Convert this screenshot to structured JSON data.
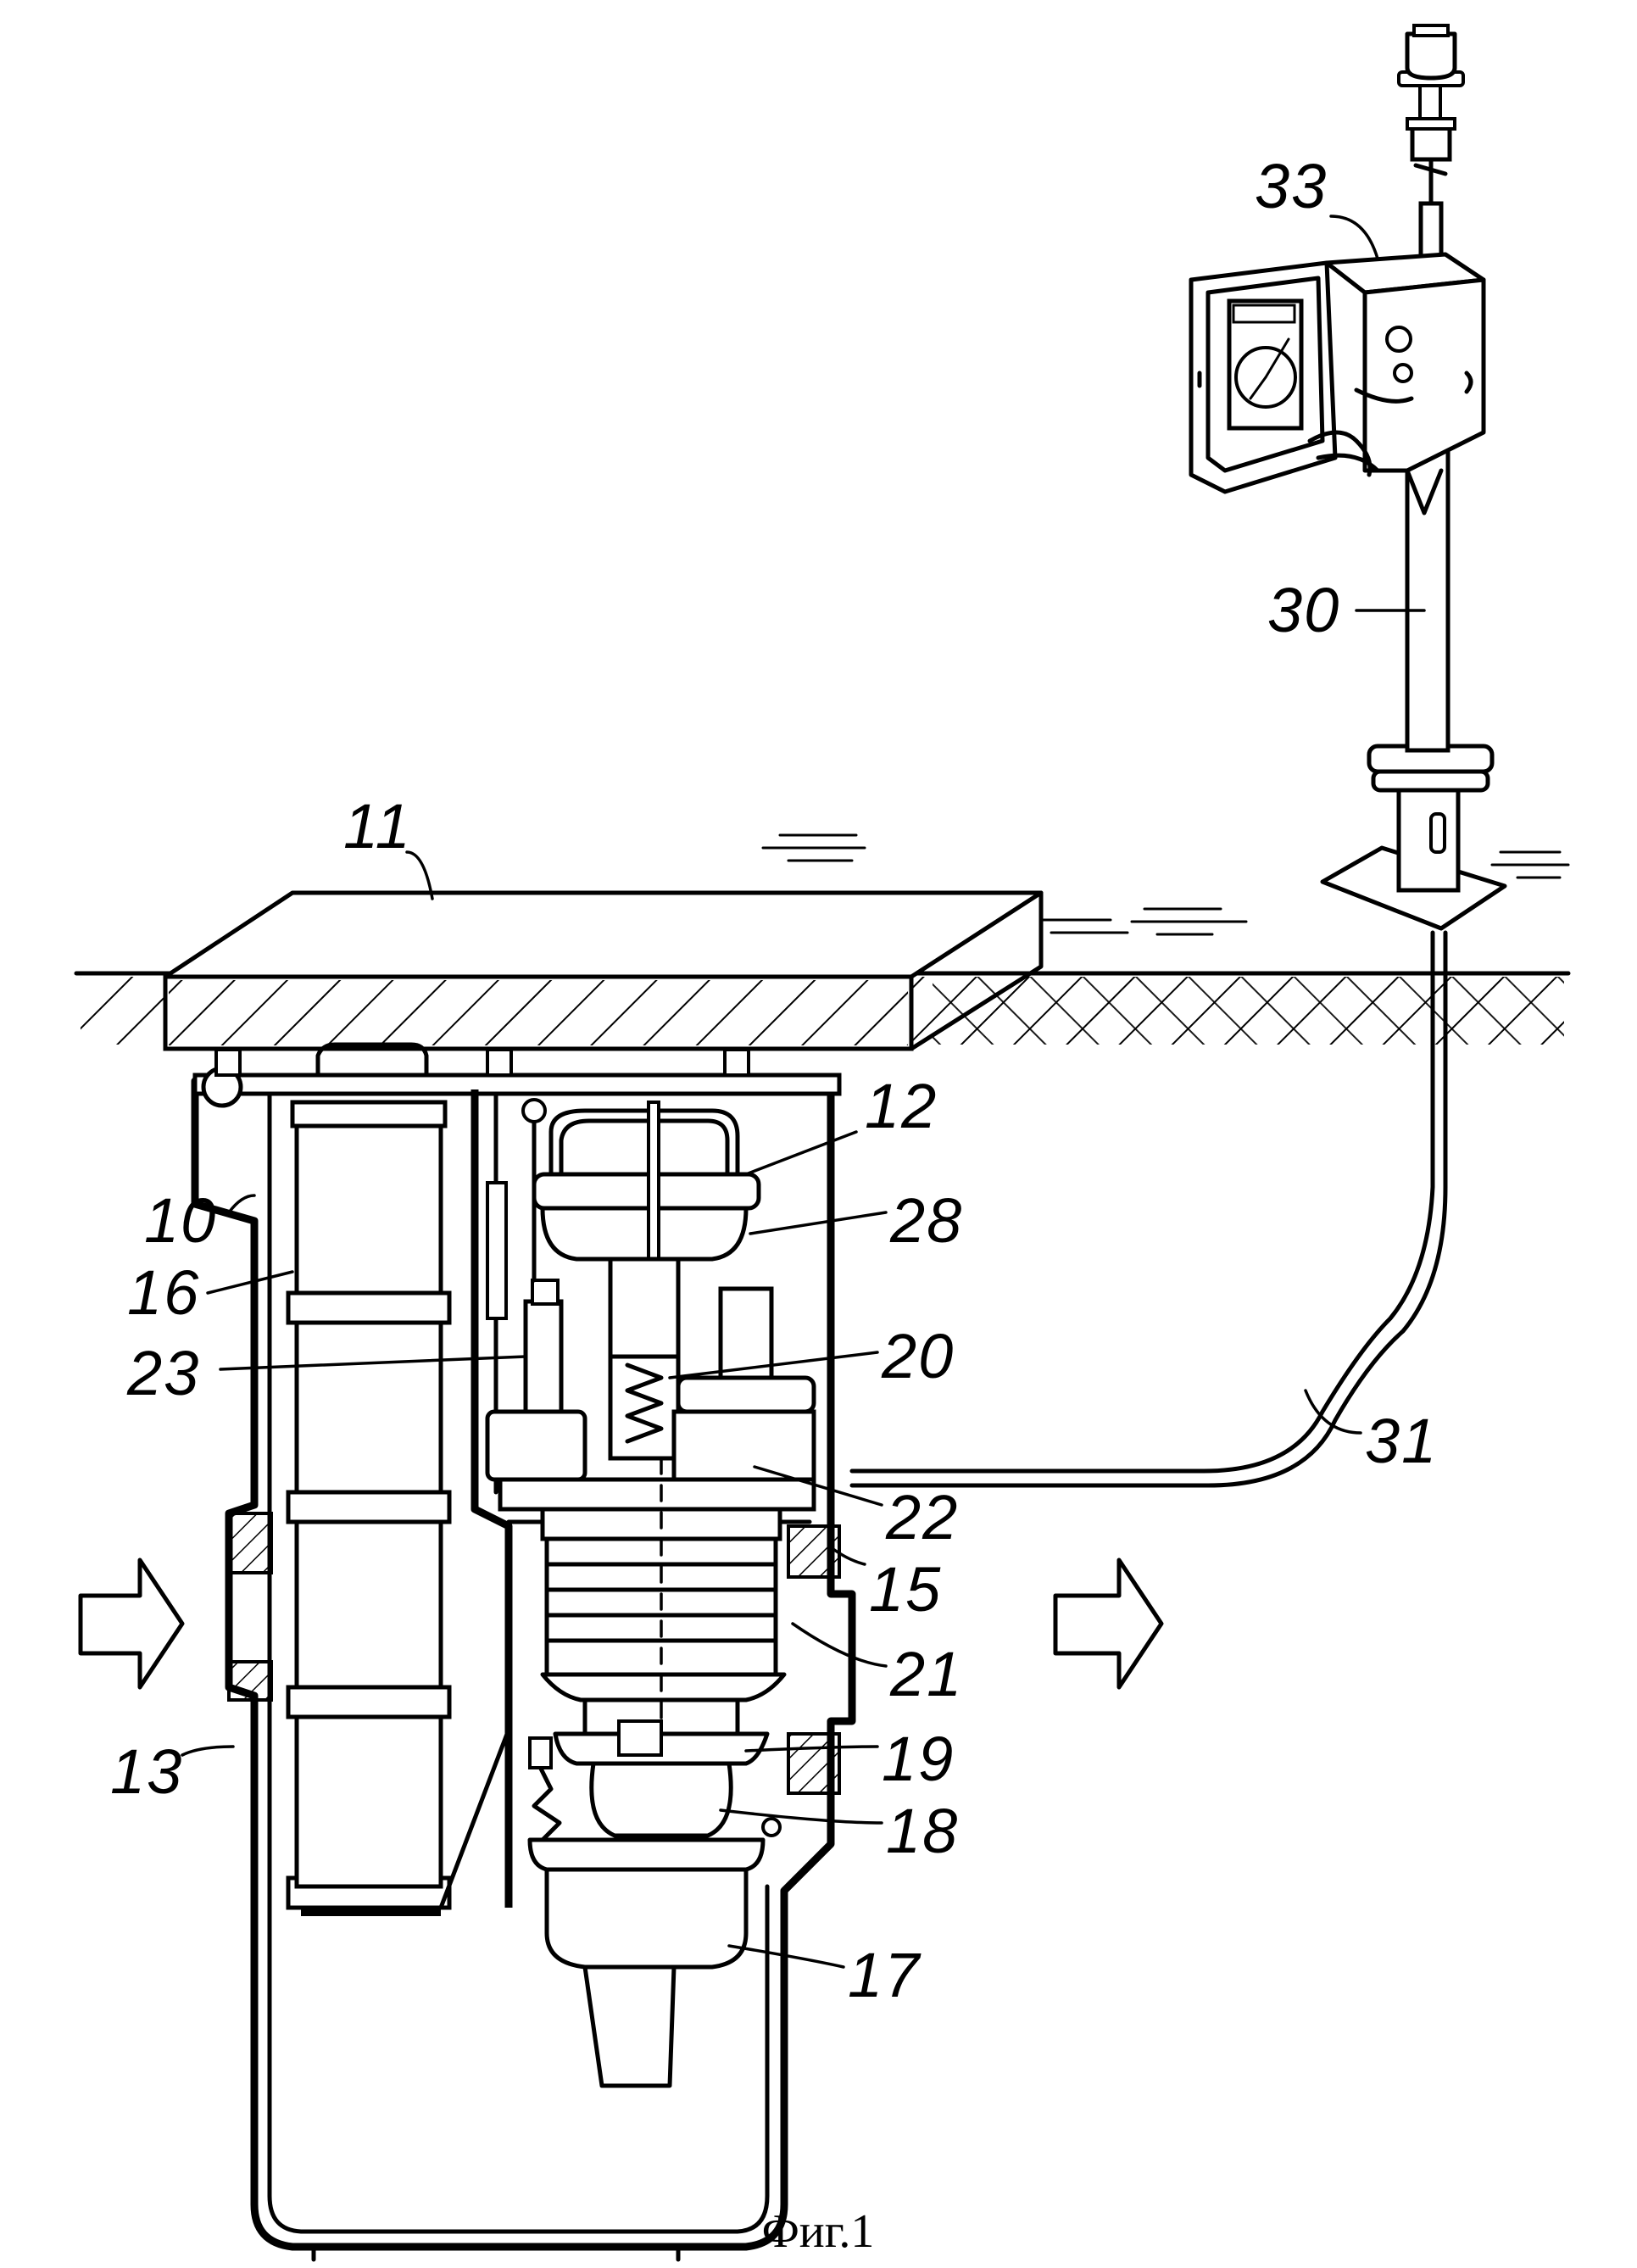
{
  "figure": {
    "caption": "Фиг.1"
  },
  "labels": {
    "l10": "10",
    "l11": "11",
    "l12": "12",
    "l13": "13",
    "l15": "15",
    "l16": "16",
    "l17": "17",
    "l18": "18",
    "l19": "19",
    "l20": "20",
    "l21": "21",
    "l22": "22",
    "l23": "23",
    "l28": "28",
    "l30": "30",
    "l31": "31",
    "l33": "33"
  }
}
